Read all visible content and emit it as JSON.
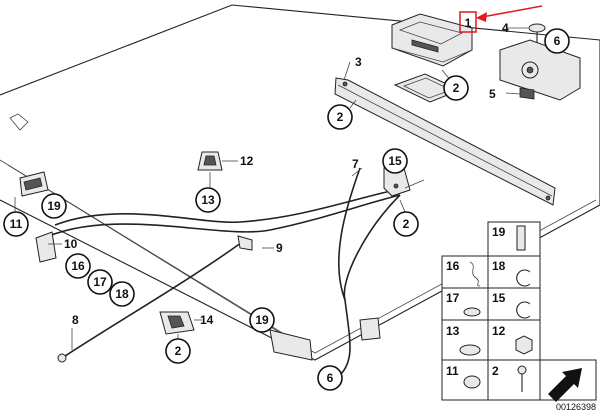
{
  "diagram": {
    "reference_number": "00126398",
    "callouts": {
      "c1": "1",
      "c2a": "2",
      "c2b": "2",
      "c2c": "2",
      "c2d": "2",
      "c3": "3",
      "c4": "4",
      "c5": "5",
      "c6a": "6",
      "c6b": "6",
      "c7": "7",
      "c8": "8",
      "c9": "9",
      "c10": "10",
      "c11": "11",
      "c12": "12",
      "c13": "13",
      "c14": "14",
      "c15": "15",
      "c16": "16",
      "c17": "17",
      "c18": "18",
      "c19a": "19",
      "c19b": "19"
    },
    "parts_grid": {
      "g19": "19",
      "g16": "16",
      "g18": "18",
      "g17": "17",
      "g15": "15",
      "g13": "13",
      "g12": "12",
      "g11": "11",
      "g2": "2"
    },
    "colors": {
      "highlight": "#e0191e",
      "line": "#222222"
    }
  }
}
